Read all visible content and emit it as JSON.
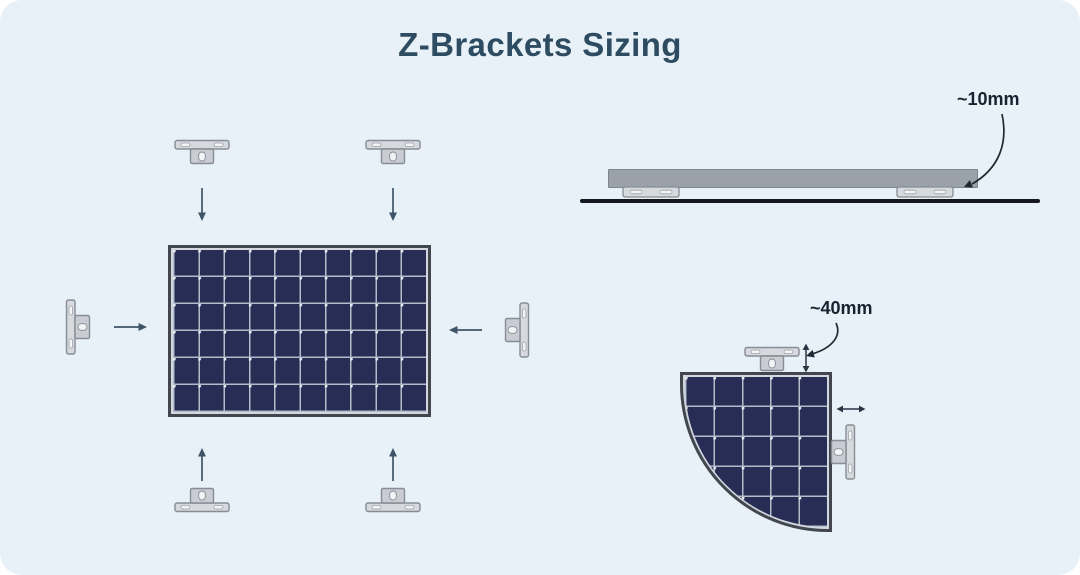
{
  "header": {
    "title": "Z-Brackets Sizing"
  },
  "side_view": {
    "gap_label": "~10mm"
  },
  "corner_view": {
    "size_label": "~40mm"
  },
  "icons": {
    "z-bracket-icon": "gray z-shaped mounting bracket with slot hole",
    "foot-bracket-icon": "flat bracket foot seen from the side",
    "arrow-icon": "thin single-head arrow",
    "double-arrow-icon": "double-headed dimension arrow",
    "curved-arrow-icon": "curved annotation arrow"
  },
  "colors": {
    "background": "#e8f1f8",
    "title_text": "#2e4c61",
    "label_text": "#17232f",
    "panel_cell": "#272d55",
    "panel_grid_line": "#b3bcc9",
    "panel_frame": "#41464f",
    "bracket_fill": "#d6d9de",
    "bracket_stroke": "#878c95",
    "arrow": "#3f5468",
    "panel_side_bar": "#9aa1a9",
    "roof_line": "#14181d"
  }
}
